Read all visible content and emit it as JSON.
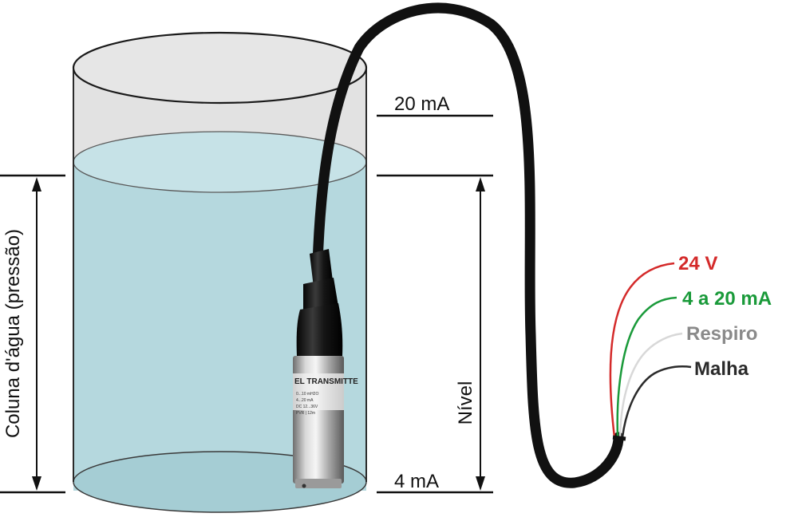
{
  "labels": {
    "top_current": "20 mA",
    "bottom_current": "4 mA",
    "level": "Nível",
    "water_column": "Coluna d'água (pressão)"
  },
  "wires": [
    {
      "label": "24 V",
      "color": "#d42a2a"
    },
    {
      "label": "4 a 20 mA",
      "color": "#1a9a3a"
    },
    {
      "label": "Respiro",
      "color": "#8a8a8a",
      "line_color": "#d8d8d8"
    },
    {
      "label": "Malha",
      "color": "#2a2a2a"
    }
  ],
  "sensor": {
    "brand_text": "EL TRANSMITTE",
    "spec_lines": [
      "0...10 mH2O",
      "4...20 mA",
      "DC 12...36V",
      "PVR | 12m"
    ]
  },
  "colors": {
    "water": "#b5d8de",
    "tank_empty": "#e2e2e2",
    "cable": "#111111"
  }
}
